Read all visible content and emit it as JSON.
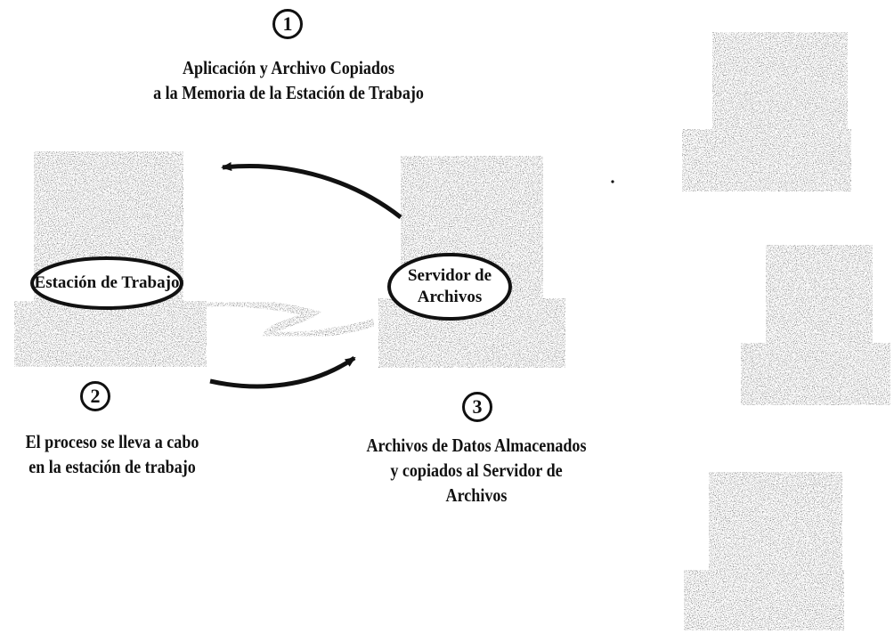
{
  "steps": [
    {
      "number": "1",
      "lines": [
        "Aplicación y Archivo Copiados",
        "a la Memoria de la Estación de Trabajo"
      ]
    },
    {
      "number": "2",
      "lines": [
        "El proceso se lleva a cabo",
        "en la estación de trabajo"
      ]
    },
    {
      "number": "3",
      "lines": [
        "Archivos de Datos Almacenados",
        "y copiados al Servidor de",
        "Archivos"
      ]
    }
  ],
  "nodes": {
    "workstation": {
      "label": "Estación de Trabajo"
    },
    "file_server": {
      "label_line1": "Servidor de",
      "label_line2": "Archivos"
    }
  }
}
